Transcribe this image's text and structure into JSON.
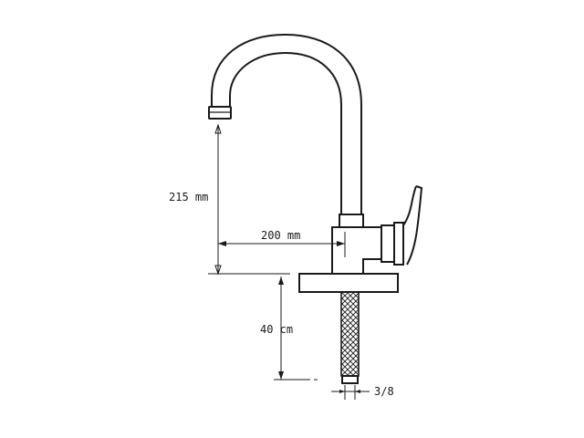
{
  "dimensions": {
    "spout_height": "215 mm",
    "spout_reach": "200 mm",
    "hose_length": "40 cm",
    "connector": "3/8"
  },
  "colors": {
    "ink": "#1a1a1a",
    "background": "#ffffff"
  }
}
